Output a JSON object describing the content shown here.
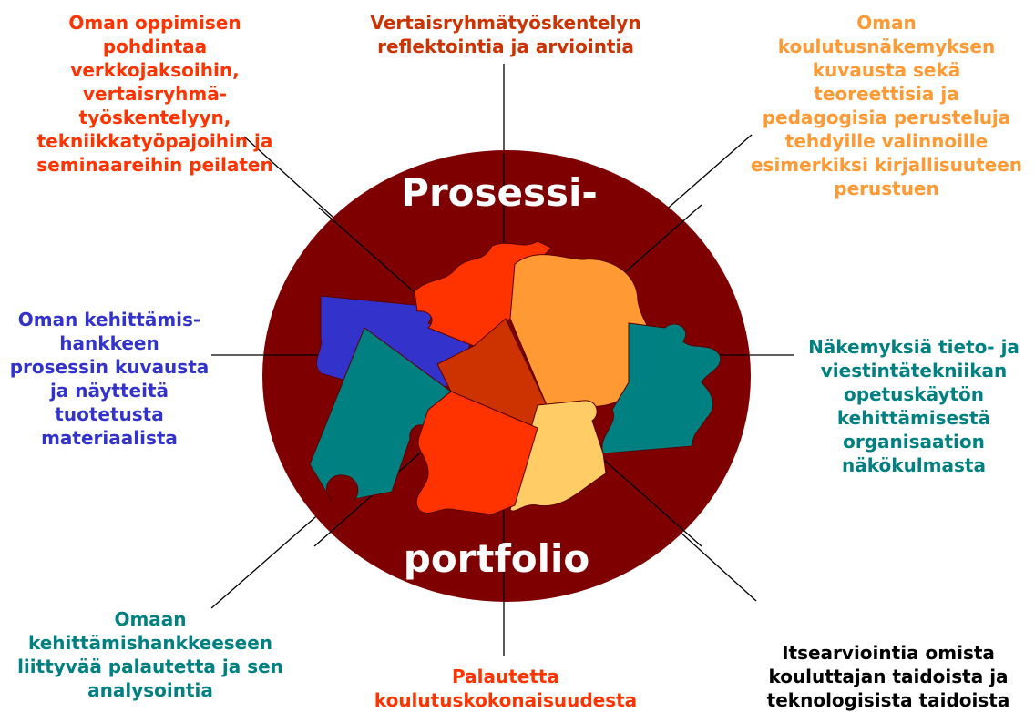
{
  "center": {
    "title_top": "Prosessi-",
    "title_bottom": "portfolio"
  },
  "labels": {
    "top": "Vertaisryhmätyöskentelyn\nreflektointia ja arviointia",
    "top_left": "Oman oppimisen\npohdintaa\nverkkojaksoihin,\nvertaisryhmä-\ntyöskentelyyn,\ntekniikkatyöpajoihin ja\nseminaareihin peilaten",
    "top_right": "Oman\nkoulutusnäkemyksen\nkuvausta sekä\nteoreettisia ja\npedagogisia perusteluja\ntehdyille valinnoille\nesimerkiksi kirjallisuuteen\nperustuen",
    "left": "Oman kehittämis-\nhankkeen\nprosessin kuvausta\nja näytteitä\ntuotetusta\nmateriaalista",
    "right": "Näkemyksiä tieto- ja\nviestintätekniikan\nopetuskäytön\nkehittämisestä\norganisaation\nnäkökulmasta",
    "bottom_left": "Omaan\nkehittämishankkeeseen\nliittyvää palautetta ja sen\nanalysointia",
    "bottom": "Palautetta\nkoulutuskokonaisuudesta",
    "bottom_right": "Itsearviointia omista\nkouluttajan taidoista ja\nteknologisista taidoista"
  },
  "colors": {
    "ellipse": "#7f0000",
    "red_orange": "#ff3300",
    "light_orange": "#ff9933",
    "blue": "#3333cc",
    "teal": "#008080",
    "dark_orange": "#cc3300",
    "pale_orange": "#ffcc66",
    "black": "#000000"
  }
}
